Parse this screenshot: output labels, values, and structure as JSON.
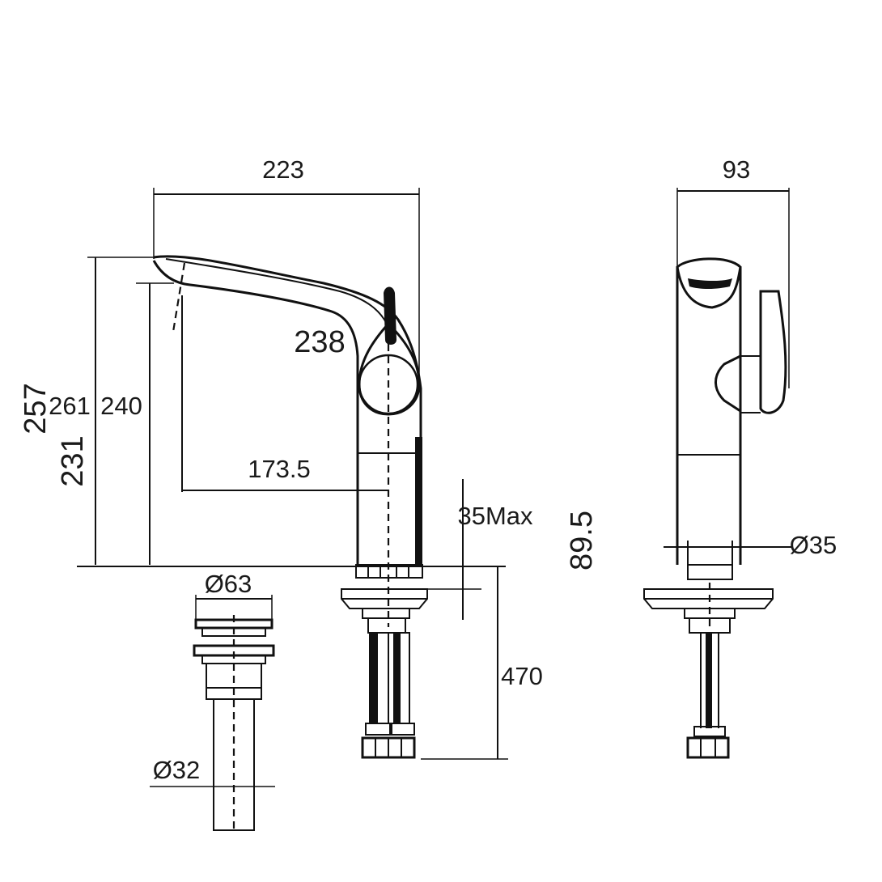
{
  "dimensions": {
    "width_223": "223",
    "width_93": "93",
    "height_257": "257",
    "height_231": "231",
    "height_261": "261",
    "height_240": "240",
    "handle_238": "238",
    "reach_173_5": "173.5",
    "deck_35max": "35Max",
    "hose_470": "470",
    "waste_63": "Ø63",
    "waste_32": "Ø32",
    "body_35": "Ø35",
    "height_89_5": "89.5"
  }
}
